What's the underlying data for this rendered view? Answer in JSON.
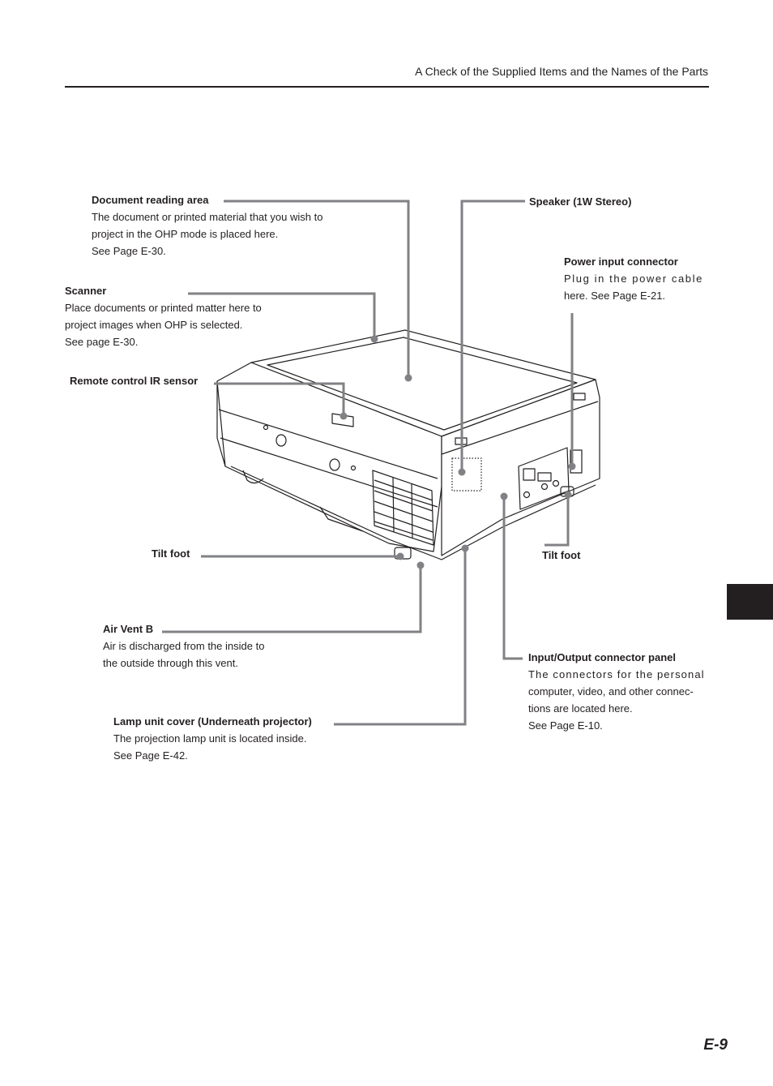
{
  "header": {
    "title": "A Check of the Supplied Items and the Names of the Parts"
  },
  "labels": {
    "document_reading_area": {
      "title": "Document reading area",
      "lines": [
        "The document or printed material that you wish to",
        "project in the OHP mode is placed here.",
        "See Page E-30."
      ]
    },
    "scanner": {
      "title": "Scanner",
      "lines": [
        "Place documents or printed matter here to",
        "project images when OHP is selected.",
        "See page E-30."
      ]
    },
    "remote_ir": {
      "title": "Remote control IR sensor"
    },
    "speaker": {
      "title": "Speaker (1W Stereo)"
    },
    "power_input": {
      "title": "Power input connector",
      "lines": [
        "Plug in the power cable",
        "here. See Page E-21."
      ]
    },
    "tilt_foot_left": {
      "title": "Tilt foot"
    },
    "tilt_foot_right": {
      "title": "Tilt foot"
    },
    "air_vent_b": {
      "title": "Air Vent B",
      "lines": [
        "Air is discharged from the inside to",
        "the outside through this vent."
      ]
    },
    "io_panel": {
      "title": "Input/Output connector panel",
      "lines": [
        "The connectors for the personal",
        "computer, video, and other connec-",
        "tions are located here.",
        "See Page E-10."
      ]
    },
    "lamp_cover": {
      "title": "Lamp unit cover (Underneath projector)",
      "lines": [
        "The projection lamp unit is located inside.",
        "See Page E-42."
      ]
    }
  },
  "page_number": "E-9",
  "colors": {
    "text": "#231f20",
    "leader": "#808285",
    "tab": "#231f20"
  }
}
